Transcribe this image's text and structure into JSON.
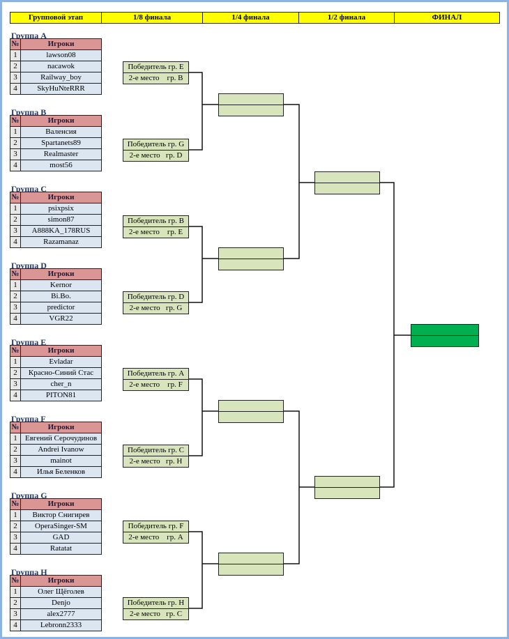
{
  "header": [
    "Групповой этап",
    "1/8 финала",
    "1/4 финала",
    "1/2 финала",
    "ФИНАЛ"
  ],
  "table_head": {
    "num": "№",
    "players": "Игроки"
  },
  "groups": [
    {
      "title": "Группа A",
      "players": [
        "lawson08",
        "nacawok",
        "Railway_boy",
        "SkyHuNteRRR"
      ]
    },
    {
      "title": "Группа B",
      "players": [
        "Валенсия",
        "Spartanets89",
        "Realmaster",
        "most56"
      ]
    },
    {
      "title": "Группа C",
      "players": [
        "psixpsix",
        "simon87",
        "A888KA_178RUS",
        "Razamanaz"
      ]
    },
    {
      "title": "Группа D",
      "players": [
        "Kernor",
        "Bi.Bo.",
        "predictor",
        "VGR22"
      ]
    },
    {
      "title": "Группа E",
      "players": [
        "Evladar",
        "Красно-Синий Стас",
        "cher_n",
        "PITON81"
      ]
    },
    {
      "title": "Группа F",
      "players": [
        "Евгений Серочудинов",
        "Andrei Ivanow",
        "mainot",
        "Илья Беленков"
      ]
    },
    {
      "title": "Группа G",
      "players": [
        "Виктор Снигирев",
        "OperaSinger-SM",
        "GAD",
        "Ratatat"
      ]
    },
    {
      "title": "Группа H",
      "players": [
        "Олег Щёголев",
        "Denjo",
        "alex2777",
        "Lebronn2333"
      ]
    }
  ],
  "round_of_16": [
    [
      "Победитель гр. E",
      "2-е место    гр. B"
    ],
    [
      "Победитель гр. G",
      "2-е место   гр. D"
    ],
    [
      "Победитель гр. B",
      "2-е место    гр. E"
    ],
    [
      "Победитель гр. D",
      "2-е место   гр. G"
    ],
    [
      "Победитель гр. A",
      "2-е место    гр. F"
    ],
    [
      "Победитель гр. C",
      "2-е место   гр. H"
    ],
    [
      "Победитель гр. F",
      "2-е место    гр. A"
    ],
    [
      "Победитель гр. H",
      "2-е место   гр. C"
    ]
  ],
  "colors": {
    "header": "#ffff00",
    "group_title": "#1f3864",
    "table_head": "#da9694",
    "cell": "#dce6f1",
    "match": "#d8e4bc",
    "final": "#00b050",
    "frame": "#8db3e2"
  }
}
